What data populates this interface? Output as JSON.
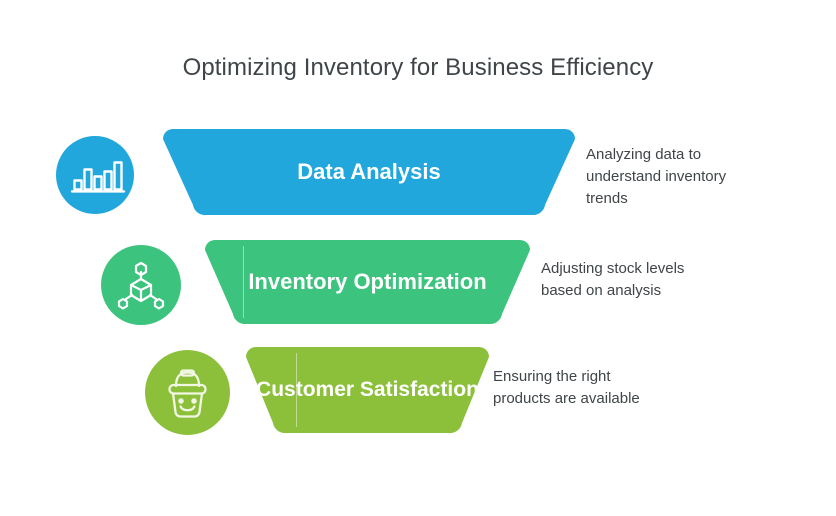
{
  "page": {
    "title": "Optimizing Inventory for Business Efficiency",
    "background": "#ffffff",
    "title_color": "#3f4548"
  },
  "colors": {
    "blue": "#22a7dc",
    "green": "#3cc37e",
    "olive": "#8cc03b",
    "text": "#3f4548",
    "banner_text": "#ffffff"
  },
  "steps": [
    {
      "id": "data-analysis",
      "label": "Data Analysis",
      "description": "Analyzing data to\nunderstand inventory\ntrends",
      "color": "#22a7dc",
      "icon": "bar-chart-icon"
    },
    {
      "id": "inventory-optimization",
      "label": "Inventory Optimization",
      "description": "Adjusting stock levels\nbased on analysis",
      "color": "#3cc37e",
      "icon": "network-nodes-icon"
    },
    {
      "id": "customer-satisfaction",
      "label": "Customer Satisfaction",
      "description": "Ensuring the right\nproducts are available",
      "color": "#8cc03b",
      "icon": "shopping-basket-smile-icon"
    }
  ]
}
